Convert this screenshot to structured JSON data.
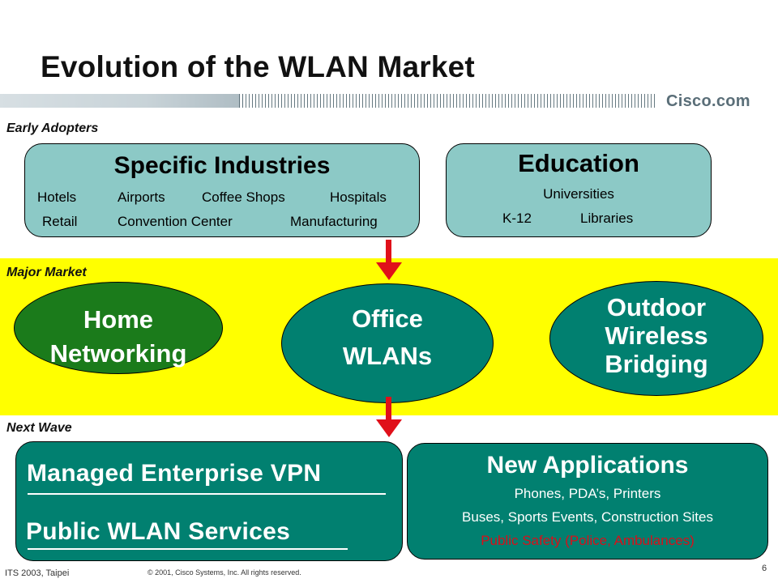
{
  "title": "Evolution of the WLAN Market",
  "brand": "Cisco.com",
  "sections": {
    "early": "Early Adopters",
    "major": "Major Market",
    "next": "Next Wave"
  },
  "specific": {
    "title": "Specific Industries",
    "row1": [
      "Hotels",
      "Airports",
      "Coffee Shops",
      "Hospitals"
    ],
    "row2": [
      "Retail",
      "Convention Center",
      "Manufacturing"
    ]
  },
  "education": {
    "title": "Education",
    "line1": "Universities",
    "line2": [
      "K-12",
      "Libraries"
    ]
  },
  "ovals": {
    "home": [
      "Home",
      "Networking"
    ],
    "office": [
      "Office",
      "WLANs"
    ],
    "outdoor": [
      "Outdoor",
      "Wireless",
      "Bridging"
    ]
  },
  "vpn": {
    "line1": "Managed Enterprise VPN",
    "line2": "Public WLAN Services"
  },
  "newapps": {
    "title": "New Applications",
    "line1": "Phones, PDA’s, Printers",
    "line2": "Buses, Sports Events, Construction Sites",
    "line3": "Public Safety (Police, Ambulances)"
  },
  "colors": {
    "band": "#ffff00",
    "teal_light": "#8cc9c6",
    "teal_dark": "#018070",
    "green": "#1b7b1b",
    "arrow": "#e0101a",
    "public_safety": "#d8101a"
  },
  "footer": {
    "left": "ITS  2003, Taipei",
    "copyright": "© 2001, Cisco Systems, Inc. All rights reserved.",
    "page": "6"
  }
}
